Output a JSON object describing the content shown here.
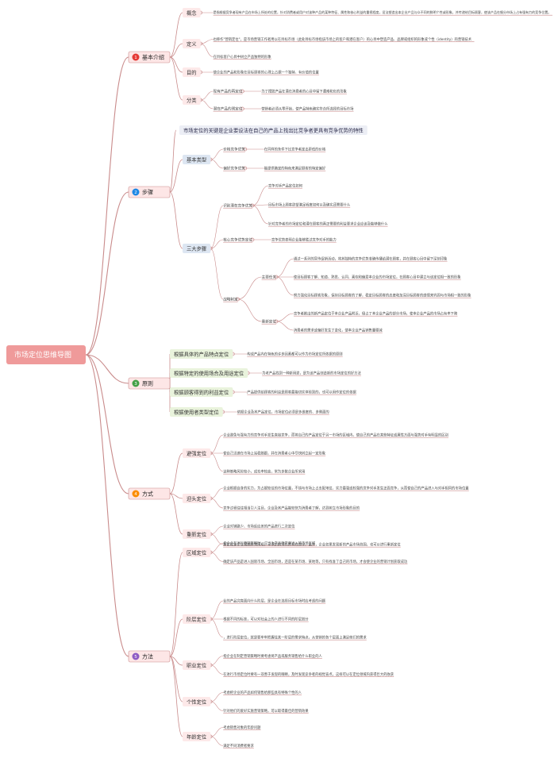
{
  "root": {
    "label": "市场定位思维导图"
  },
  "colors": {
    "line": "#c98b8b",
    "root_bg": "#ef9a9a",
    "root_text": "#c62828",
    "branch_bg": "#fde6e6",
    "branch_text": "#222222",
    "sub_bg": "#fde9e9",
    "highlight_bg": "#eceef5",
    "green_bg": "#e9f3dc",
    "blue_bg": "#dde6f2",
    "text": "#333333",
    "small_text": "#444444"
  },
  "branches": [
    {
      "num": "1",
      "label": "基本介绍",
      "badge": "#e53935",
      "children": [
        {
          "label": "概念",
          "items": [
            {
              "text": "是指根据竞争者现有产品在市场上所处的位置，针对消费者或用户对该种产品的某种特征、属性和核心利益的重视程度，设法塑造出本企业产品与众不同的鲜明个性或形象，并传递给目标顾客，使该产品在细分市场上占有强有力的竞争位置。"
            }
          ]
        },
        {
          "label": "定义",
          "items": [
            {
              "text": "也称作\"营销定位\"，是市场营销工作者用以在目标市场（此处目标市场指该市场上的客户和潜在客户）的心目中塑造产品、品牌或组织的形象或个性（identity）的营销技术"
            },
            {
              "text": "在目标客户心目中树立产品独特的形象"
            }
          ]
        },
        {
          "label": "目的",
          "items": [
            {
              "text": "使企业的产品和形象在目标顾客的心理上占据一个独特、有价值的位置"
            }
          ]
        },
        {
          "label": "分类",
          "items": [
            {
              "text": "现有产品的再定位",
              "sub": [
                {
                  "text": "为了摆脱产品在潜在消费者的心目中留下遭难和负的形象"
                }
              ]
            },
            {
              "text": "潜在产品的预定位",
              "sub": [
                {
                  "text": "营销者必须从零开始，使产品特色确实符合所选择的目标市场"
                }
              ]
            }
          ]
        }
      ]
    },
    {
      "num": "2",
      "label": "步骤",
      "badge": "#1e88e5",
      "headline": "市场定位的关键是企业要设法在自己的产品上找出比竞争者更具有竞争优势的特性",
      "children": [
        {
          "label": "基本类型",
          "items": [
            {
              "text": "价格竞争优势",
              "sub": [
                {
                  "text": "在同样的条件下比竞争者定出更低的价格"
                }
              ]
            },
            {
              "text": "偏好竞争优势",
              "sub": [
                {
                  "text": "能提供确定的特色来满足顾客的特定偏好"
                }
              ]
            }
          ]
        },
        {
          "label": "三大步骤",
          "items": [
            {
              "text": "识别潜在竞争优势",
              "sub": [
                {
                  "text": "竞争对手产品定位如何"
                },
                {
                  "text": "目标市场上顾客欲望满足程度如何以及确实还需要什么"
                },
                {
                  "text": "针对竞争者的市场定位和潜在顾客的真正需要的利益要求企业应该及能够做什么"
                }
              ]
            },
            {
              "text": "核心竞争优势定位",
              "sub": [
                {
                  "text": "竞争优势表明企业能够胜过竞争对手的能力"
                }
              ]
            },
            {
              "text": "战略制定",
              "sub": [
                {
                  "text": "主要任务",
                  "sub": [
                    {
                      "text": "通过一系列的宣传促销活动，将其独特的竞争优势准确传播给潜在顾客，并在顾客心目中留下深刻印象"
                    },
                    {
                      "text": "使目标顾客了解、知道、熟悉、认同、喜欢和偏爱本企业的市场定位，在顾客心目中建立与该定位相一致的形象"
                    },
                    {
                      "text": "努力强化目标顾客形象，保持目标顾客的了解，稳定目标顾客的态度和加深目标顾客的感情来巩固与市场相一致的形象"
                    }
                  ]
                },
                {
                  "text": "重新定位",
                  "sub": [
                    {
                      "text": "竞争者推出的新产品定位于本企业产品附近，侵占了本企业产品的部分市场，使本企业产品的市场占有率下降"
                    },
                    {
                      "text": "消费者的需求或偏好发生了变化，使本企业产品销售量骤减"
                    }
                  ]
                }
              ]
            }
          ]
        }
      ]
    },
    {
      "num": "3",
      "label": "原则",
      "badge": "#43a047",
      "children": [
        {
          "label": "根据具体的产品特点定位",
          "items": [
            {
              "text": "构成产品内在特色的许多因素都可以作为市场定位所依据的原则"
            }
          ]
        },
        {
          "label": "根据特定的使用场合及用途定位",
          "items": [
            {
              "text": "为老产品找到一种新用途，是为该产品创造新的市场定位的好方法"
            }
          ]
        },
        {
          "label": "根据顾客得到的利益定位",
          "items": [
            {
              "text": "产品提供给顾客的利益是顾客最能切实体验到的，也可以用作定位的依据"
            }
          ]
        },
        {
          "label": "根据使用者类型定位",
          "items": [
            {
              "text": "依据企业及其产品定位，市场定位必须是多维度的、多侧面的"
            }
          ]
        }
      ]
    },
    {
      "num": "4",
      "label": "方式",
      "badge": "#fb8c00",
      "children": [
        {
          "label": "避强定位",
          "items": [
            {
              "text": "企业避免与强有力的竞争对手发生直接竞争，而将自己的产品定位于另一市场的区域内，使自己的产品在某些特征或属性方面与强势对手有明显的区别"
            },
            {
              "text": "使自己迅速在市场上站稳脚跟，并在消费者心中尽快树立起一定形象"
            },
            {
              "text": "这种策略风险较小，成功率较高，常为多数企业所采用"
            }
          ]
        },
        {
          "label": "迎头定位",
          "items": [
            {
              "text": "企业根据自身的实力，为占据较佳的市场位置，不惜与市场上占支配地位、实力最强或较强的竞争对手发生正面竞争，从而使自己的产品进入与对手相同的市场位置"
            },
            {
              "text": "竞争过程往往相当引人注目，企业及其产品能较快为消费者了解，达到树立市场形象的目的"
            }
          ]
        },
        {
          "label": "重新定位",
          "items": [
            {
              "text": "企业对销路少、市场反应差的产品进行二次定位"
            },
            {
              "text": "新定位是企业摆脱经营困境、寻求新的活力的有效途径。此外，企业如果发现新的产品市场范围，也可以进行重新定位"
            }
          ]
        }
      ]
    },
    {
      "num": "5",
      "label": "方法",
      "badge": "#8e5cc4",
      "children": [
        {
          "label": "区域定位",
          "items": [
            {
              "text": "指企业在进行营销策略时，应当为产品确定要进入的市场区域"
            },
            {
              "text": "确定该产品是进入国际市场、全国市场，还是在某市场、某地等，只有找准了自己的市场，才会使企业的营销计划获取成功"
            }
          ]
        },
        {
          "label": "阶层定位",
          "items": [
            {
              "text": "业的产品究竟面向什么阶层，是企业在选择目标市场时应考虑的问题"
            },
            {
              "text": "根据不同的标准，可以对社会上的人进行不同的阶层划分"
            },
            {
              "text": "，进行阶层定位，就是要牢牢把握住某一阶层的需求特点，从营销的各个层面上满足他们的需求"
            }
          ]
        },
        {
          "label": "职业定位",
          "items": [
            {
              "text": "指企业在制定营销策略时要考虑将产品或服务销售给什么职业的人"
            },
            {
              "text": "在进行市场定位时要有一双善于发现的眼睛，及时发现竞争者的视觉盲点，这样可以在定位领域内获得巨大的收获"
            }
          ]
        },
        {
          "label": "个性定位",
          "items": [
            {
              "text": "考虑把企业的产品如何销售给那些具有特殊个性的人"
            },
            {
              "text": "针对他们的爱好实施营销策略，可以取得最佳的营销效果"
            }
          ]
        },
        {
          "label": "年龄定位",
          "items": [
            {
              "text": "考虑销售对象的年龄问题"
            },
            {
              "text": "满足不同消费者要求"
            }
          ]
        }
      ]
    }
  ]
}
